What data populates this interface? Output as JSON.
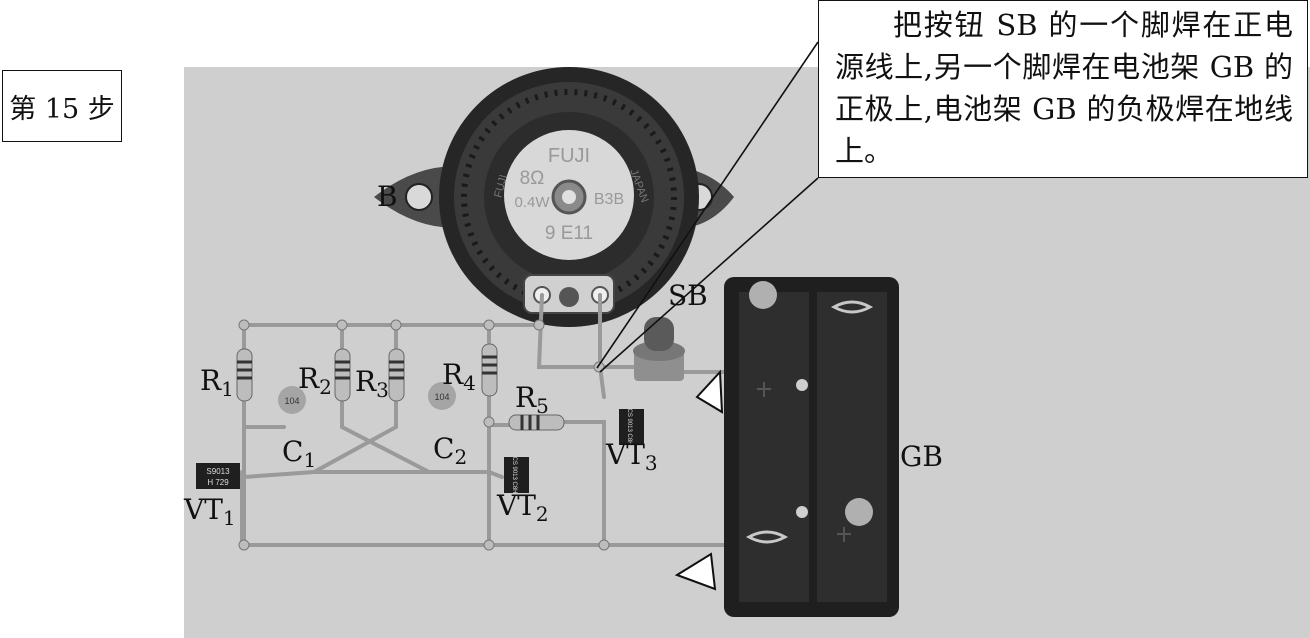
{
  "step": {
    "label": "第 15 步"
  },
  "note": {
    "text": "把按钮 SB 的一个脚焊在正电源线上,另一个脚焊在电池架 GB 的正极上,电池架 GB 的负极焊在地线上。"
  },
  "speaker": {
    "brand": "FUJI",
    "impedance": "8Ω",
    "power": "0.4W",
    "model": "B3B",
    "code": "9 E11",
    "ring_left": "FUJI",
    "ring_right": "JAPAN"
  },
  "labels": {
    "B": "B",
    "SB": "SB",
    "GB": "GB",
    "R1": {
      "main": "R",
      "sub": "1"
    },
    "R2": {
      "main": "R",
      "sub": "2"
    },
    "R3": {
      "main": "R",
      "sub": "3"
    },
    "R4": {
      "main": "R",
      "sub": "4"
    },
    "R5": {
      "main": "R",
      "sub": "5"
    },
    "C1": {
      "main": "C",
      "sub": "1"
    },
    "C2": {
      "main": "C",
      "sub": "2"
    },
    "VT1": {
      "main": "VT",
      "sub": "1"
    },
    "VT2": {
      "main": "VT",
      "sub": "2"
    },
    "VT3": {
      "main": "VT",
      "sub": "3"
    }
  },
  "capacitor_code": "104",
  "transistor_vt1": {
    "line1": "S9013",
    "line2": "H 729"
  },
  "transistor_vt2": "CS 9013 C8H",
  "transistor_vt3": "CS 9013 C8H"
}
